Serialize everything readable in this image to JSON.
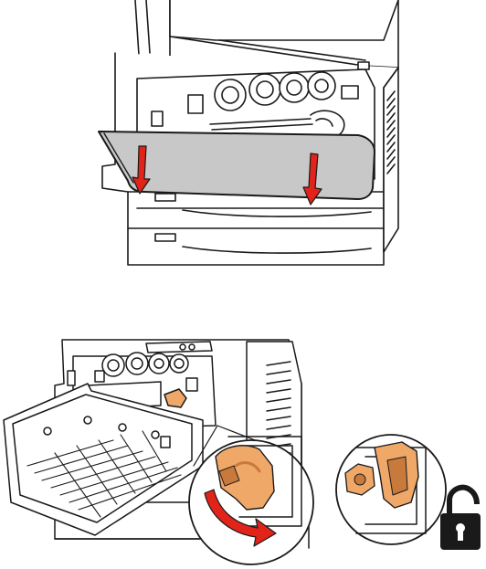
{
  "figure": {
    "steps": [
      {
        "id": "open-front-cover",
        "depicts": "printer-front-cover-opening",
        "arrows": 2,
        "arrow_direction": "down"
      },
      {
        "id": "unlock-toner-lever",
        "depicts": "toner-lock-lever-rotation",
        "detail_callouts": 2,
        "icon": "unlocked-padlock-icon"
      }
    ],
    "colors": {
      "line": "#1a1a1a",
      "cover_fill": "#c8c8c8",
      "arrow_red": "#e2231a",
      "lever_orange": "#f0a868",
      "lever_shadow": "#c77a3c",
      "background": "#ffffff"
    }
  }
}
